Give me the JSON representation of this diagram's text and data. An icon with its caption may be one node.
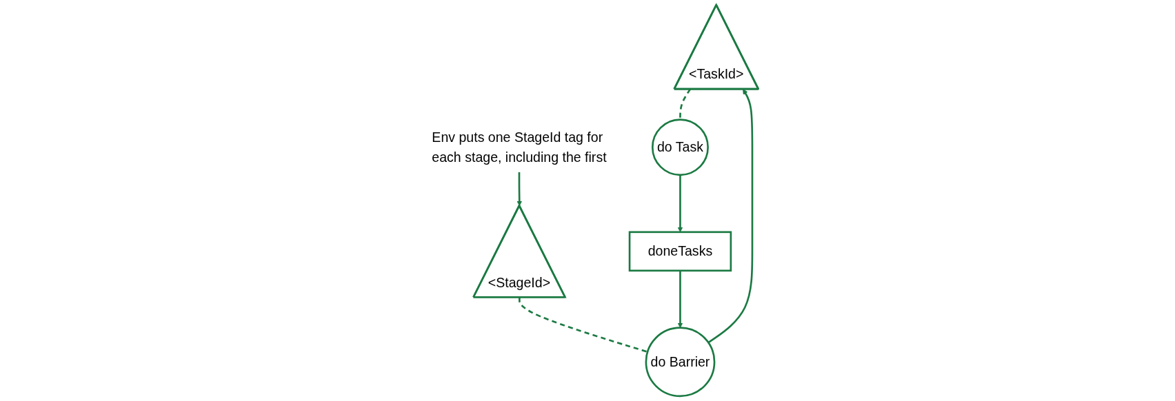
{
  "diagram": {
    "nodes": [
      {
        "text": [
          "<TaskId>"
        ]
      },
      {
        "text": [
          "<StageId>"
        ]
      },
      {
        "text": [
          "Env puts one StageId tag for each stage, including the first"
        ]
      },
      {
        "text": [
          "do Task"
        ]
      },
      {
        "text": [
          "doneTasks"
        ]
      },
      {
        "text": [
          "do Barrier"
        ]
      }
    ],
    "edges": [
      {
        "from": 0,
        "to": 3,
        "arrow": "none",
        "style": "dashed"
      },
      {
        "from": 1,
        "to": 5,
        "arrow": "none",
        "style": "dashed"
      },
      {
        "from": 2,
        "to": 1,
        "arrow": "to"
      },
      {
        "from": 3,
        "to": 4,
        "arrow": "to"
      },
      {
        "from": 4,
        "to": 5,
        "arrow": "to"
      },
      {
        "from": 5,
        "to": 0,
        "arrow": "to"
      }
    ]
  }
}
